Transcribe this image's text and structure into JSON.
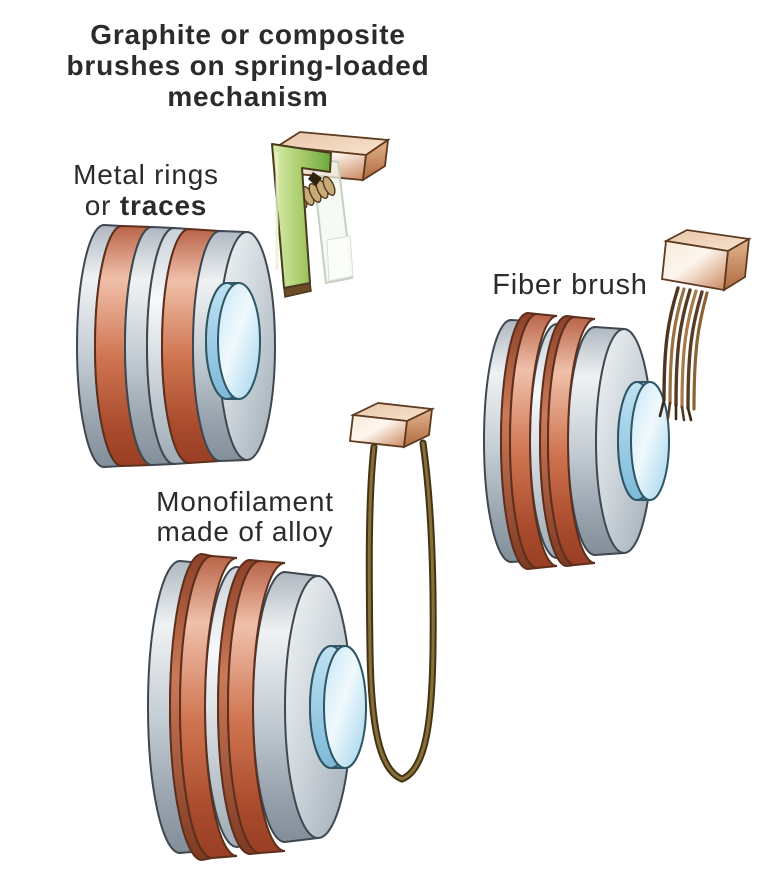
{
  "title": {
    "line1": "Graphite or composite",
    "line2": "brushes on spring-loaded",
    "line3": "mechanism"
  },
  "labels": {
    "metal_rings": {
      "line1": "Metal rings",
      "line2_prefix": "or ",
      "line2_bold": "traces"
    },
    "fiber_brush": "Fiber brush",
    "monofilament": {
      "line1": "Monofilament",
      "line2": "made of alloy"
    }
  },
  "palette": {
    "background": "#ffffff",
    "text": "#2b2b2b",
    "metal_gray": "#aab4be",
    "metal_gray_highlight": "#eff2f4",
    "copper_band": "#c06a48",
    "copper_band_dark": "#8d4128",
    "shaft_blue": "#bfe3f4",
    "brush_green": "#7ab648",
    "brush_white": "#f2f8f0",
    "spring_tan": "#c9ab7a",
    "fiber_brown": "#5a3c22",
    "wire_olive": "#6b5a2c",
    "terminal_block_copper": "#d79a6e",
    "outline_dark": "#3f4850"
  }
}
